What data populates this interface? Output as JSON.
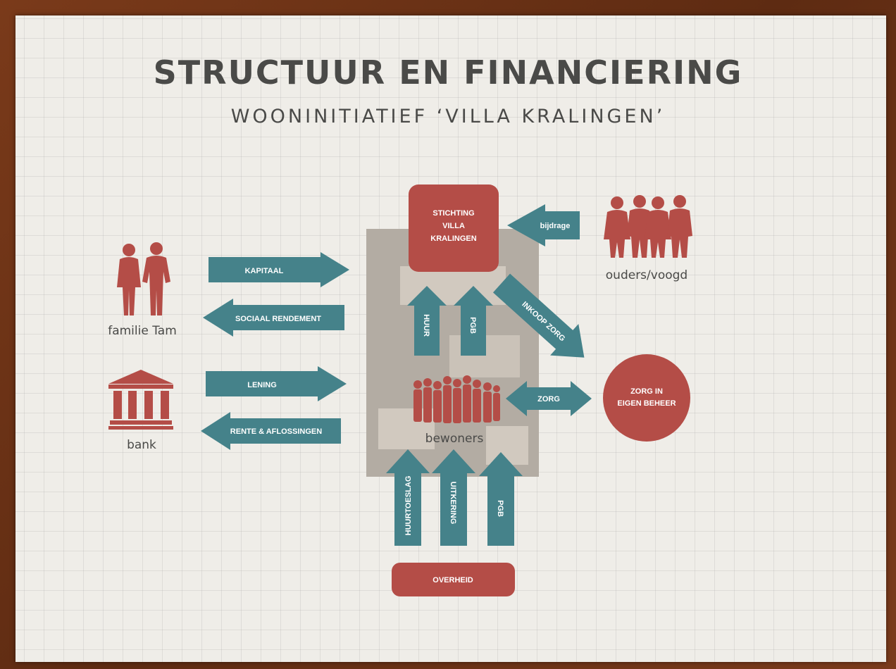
{
  "title": "STRUCTUUR EN FINANCIERING",
  "subtitle": "WOONINITIATIEF ‘VILLA KRALINGEN’",
  "colors": {
    "teal": "#45828a",
    "red": "#b44d47",
    "gray": "#b3aca3",
    "light": "#d8d1c6"
  },
  "nodes": {
    "stichting": [
      "STICHTING",
      "VILLA",
      "KRALINGEN"
    ],
    "zorg_box": [
      "ZORG IN",
      "EIGEN BEHEER"
    ],
    "overheid": "OVERHEID",
    "familie": "familie Tam",
    "bank": "bank",
    "ouders": "ouders/voogd",
    "bewoners": "bewoners"
  },
  "arrows": {
    "kapitaal": "KAPITAAL",
    "sociaal": "SOCIAAL RENDEMENT",
    "lening": "LENING",
    "rente": "RENTE & AFLOSSINGEN",
    "bijdrage": "bijdrage",
    "inkoop": "INKOOP ZORG",
    "zorg": "ZORG",
    "huur": "HUUR",
    "pgb_top": "PGB",
    "huurtoeslag": "HUURTOESLAG",
    "uitkering": "UITKERING",
    "pgb_bottom": "PGB"
  }
}
